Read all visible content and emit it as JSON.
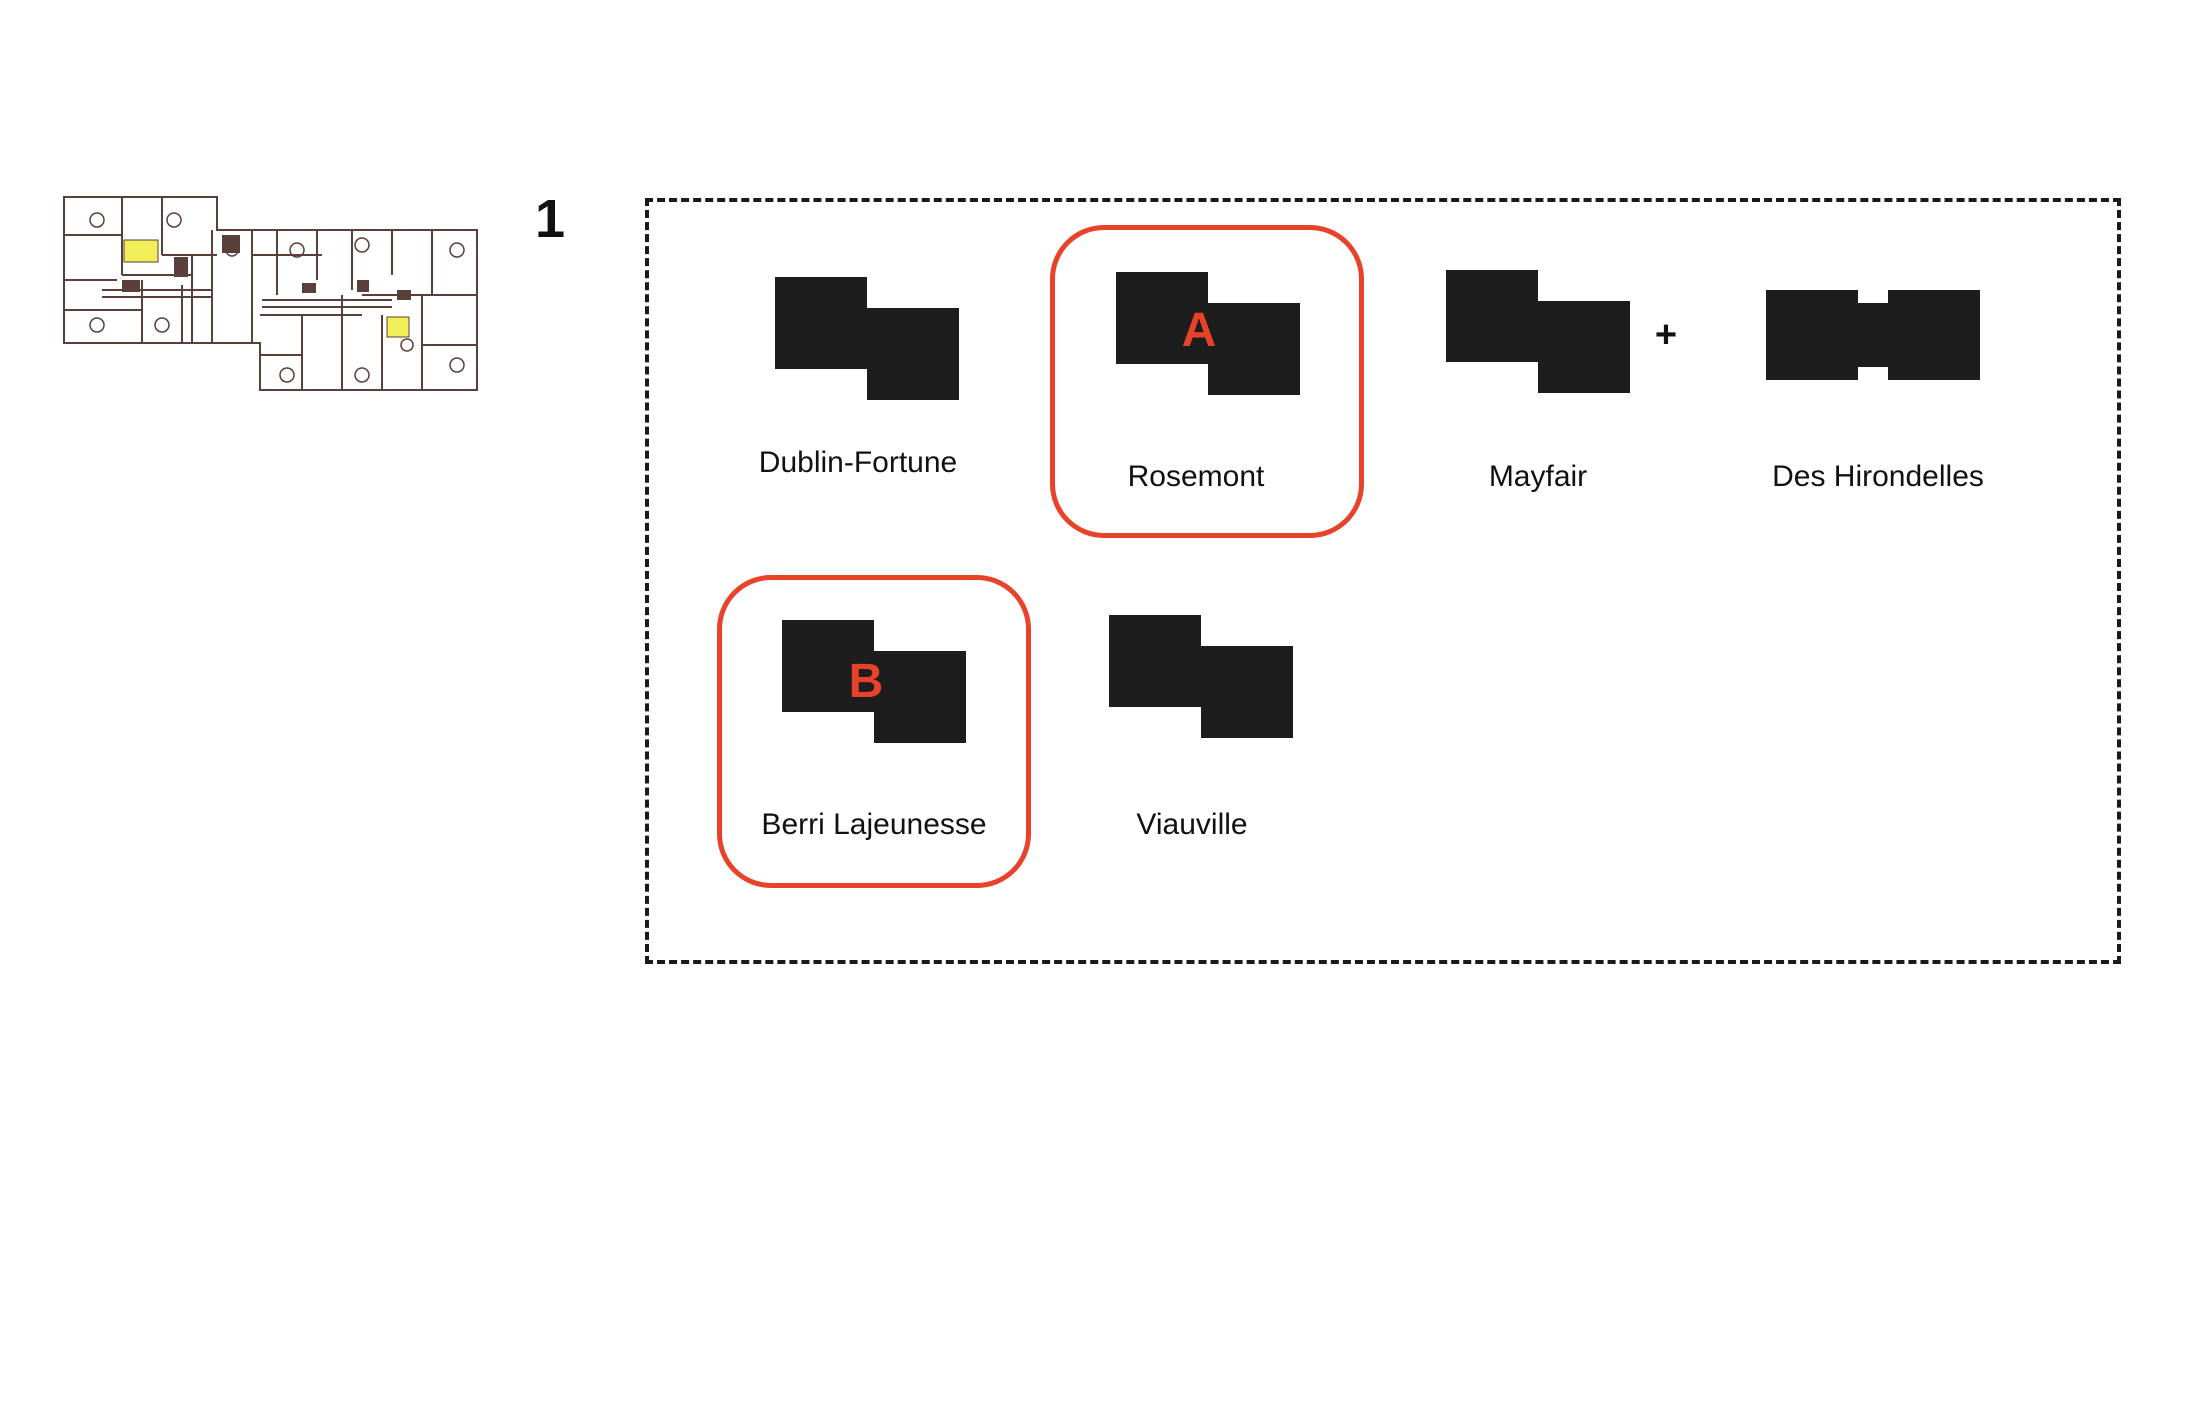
{
  "step_number": "1",
  "colors": {
    "accent": "#e8432a",
    "block": "#1d1d1d",
    "plan_highlight": "#f2ee5a",
    "plan_line": "#5a3f3a"
  },
  "typologies": [
    {
      "name": "Dublin-Fortune",
      "highlighted": false
    },
    {
      "name": "Rosemont",
      "highlighted": true,
      "variant": "A"
    },
    {
      "name": "Mayfair",
      "highlighted": false,
      "connector": "+"
    },
    {
      "name": "Des Hirondelles",
      "highlighted": false
    },
    {
      "name": "Berri Lajeunesse",
      "highlighted": true,
      "variant": "B"
    },
    {
      "name": "Viauville",
      "highlighted": false
    }
  ]
}
